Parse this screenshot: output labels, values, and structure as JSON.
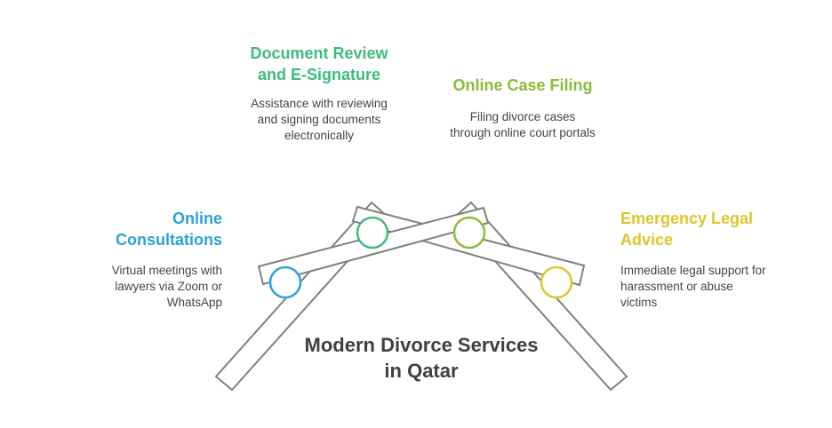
{
  "main_title": "Modern Divorce Services in Qatar",
  "items": [
    {
      "title": "Online Consultations",
      "description": "Virtual meetings with lawyers via Zoom or WhatsApp",
      "color": "#2ba3d6"
    },
    {
      "title": "Document Review and E-Signature",
      "description": "Assistance with reviewing and signing documents electronically",
      "color": "#3dbc7c"
    },
    {
      "title": "Online Case Filing",
      "description": "Filing divorce cases through online court portals",
      "color": "#8bbb37"
    },
    {
      "title": "Emergency Legal Advice",
      "description": "Immediate legal support for harassment or abuse victims",
      "color": "#dcc62a"
    }
  ],
  "outline_color": "#808080"
}
